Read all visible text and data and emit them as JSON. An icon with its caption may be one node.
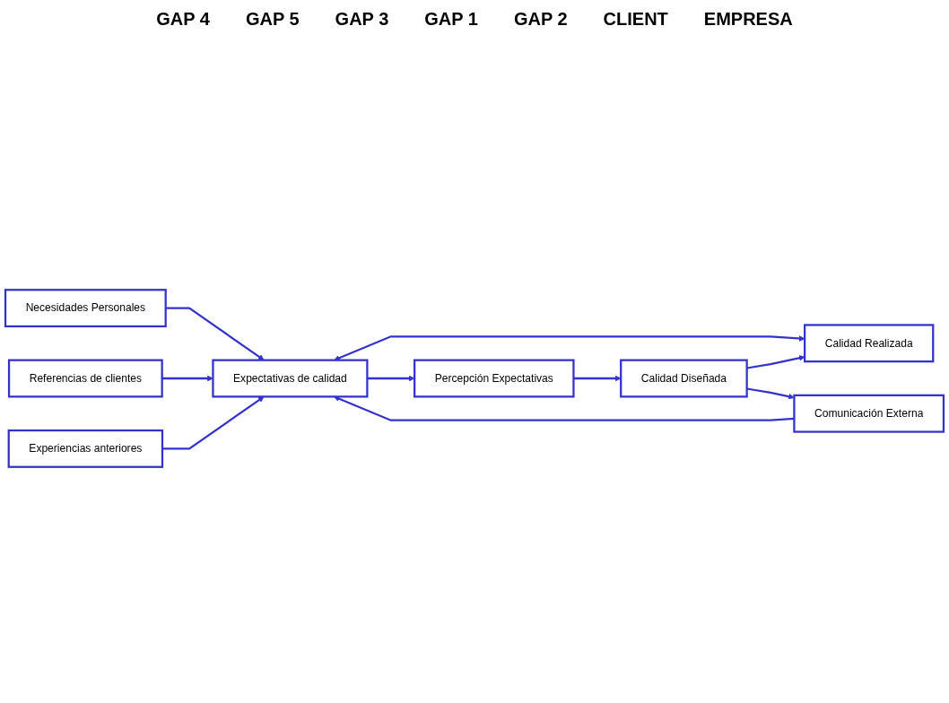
{
  "diagram": {
    "nodes": [
      {
        "text": [
          "Necesidades Personales"
        ]
      },
      {
        "text": [
          "Referencias de clientes"
        ]
      },
      {
        "text": [
          "Experiencias anteriores"
        ]
      },
      {
        "text": [
          "Expectativas de calidad"
        ]
      },
      {
        "text": [
          "Comunicación Externa"
        ]
      },
      {
        "text": [
          "Calidad Realizada"
        ]
      },
      {
        "text": [
          "Calidad Diseñada"
        ]
      },
      {
        "text": [
          "Percepción Expectativas"
        ]
      }
    ],
    "edges": [
      {
        "from": 0,
        "to": 3,
        "arrow": "to"
      },
      {
        "from": 1,
        "to": 3,
        "arrow": "to"
      },
      {
        "from": 2,
        "to": 3,
        "arrow": "to"
      },
      {
        "from": 4,
        "to": 3,
        "arrow": "to"
      },
      {
        "from": 3,
        "to": 5,
        "arrow": "both"
      },
      {
        "from": 6,
        "to": 5,
        "arrow": "to"
      },
      {
        "from": 6,
        "to": 4,
        "arrow": "to"
      },
      {
        "from": 3,
        "to": 7,
        "arrow": "to"
      },
      {
        "from": 7,
        "to": 6,
        "arrow": "to"
      }
    ],
    "labels": [
      "GAP 4",
      "GAP 5",
      "GAP 3",
      "GAP 1",
      "GAP 2",
      "CLIENT",
      "EMPRESA"
    ]
  }
}
